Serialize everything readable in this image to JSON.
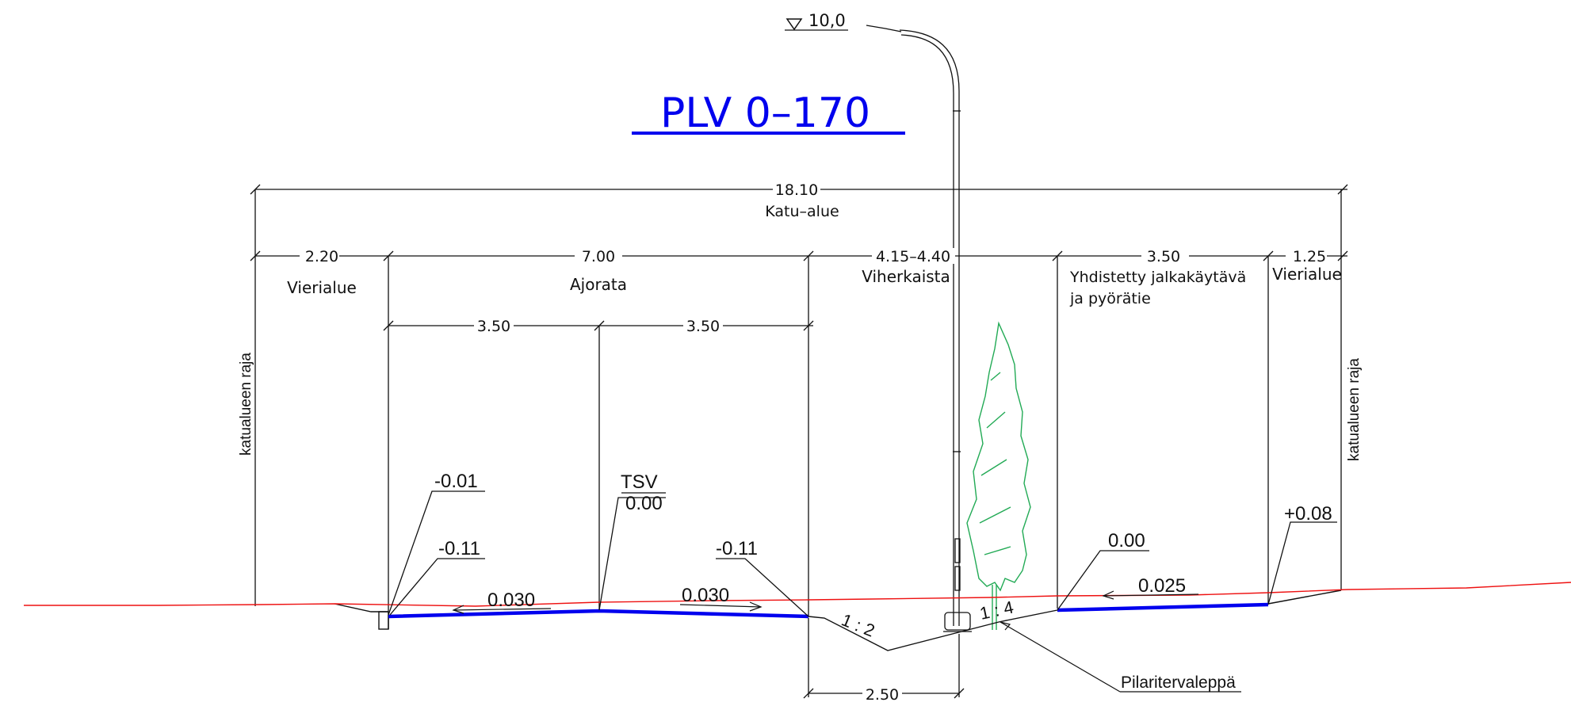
{
  "title": "PLV 0–170",
  "elevation_marker": "10,0",
  "total_width": {
    "value": "18.10",
    "label": "Katu–alue"
  },
  "sections": [
    {
      "width": "2.20",
      "label": "Vierialue"
    },
    {
      "width": "7.00",
      "label": "Ajorata"
    },
    {
      "width": "4.15–4.40",
      "label": "Viherkaista"
    },
    {
      "width": "3.50",
      "label_line1": "Yhdistetty  jalkakäytävä",
      "label_line2": "ja  pyörätie"
    },
    {
      "width": "1.25",
      "label": "Vierialue"
    }
  ],
  "lanes": [
    "3.50",
    "3.50"
  ],
  "boundary_label": "katualueen raja",
  "heights": {
    "left_top": "-0.01",
    "left_bottom": "-0.11",
    "tsv_label": "TSV",
    "tsv_value": "0.00",
    "right_road": "-0.11",
    "path_left": "0.00",
    "path_right": "+0.08"
  },
  "slopes": {
    "road_left": "0.030",
    "road_right": "0.030",
    "path": "0.025",
    "ditch_left": "1 : 2",
    "ditch_right": "1 : 4"
  },
  "ditch_width": "2.50",
  "tree_label": "Pilaritervaleppä",
  "colors": {
    "title": "#0000ee",
    "pavement": "#0000ee",
    "ground": "#ee1111",
    "tree": "#22aa55",
    "lines": "#111111"
  }
}
